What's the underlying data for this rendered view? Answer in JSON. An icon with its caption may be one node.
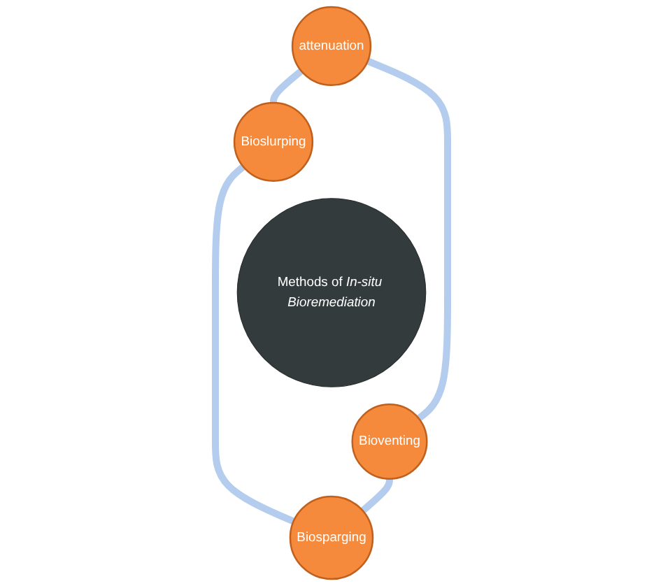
{
  "diagram": {
    "nodes": [
      {
        "text": [
          "attenuation"
        ]
      },
      {
        "text": [
          "Bioslurping"
        ]
      },
      {
        "text": [
          "Methods of *In-situ Bioremediation*"
        ]
      },
      {
        "text": [
          "Bioventing"
        ]
      },
      {
        "text": [
          "Biosparging"
        ]
      }
    ],
    "edges": [
      {
        "from": 0,
        "to": 1,
        "arrow": "none",
        "color": "#b4cdee"
      },
      {
        "from": 0,
        "to": 3,
        "arrow": "none",
        "color": "#b4cdee"
      },
      {
        "from": 1,
        "to": 4,
        "arrow": "none",
        "color": "#b4cdee"
      },
      {
        "from": 3,
        "to": 4,
        "arrow": "none",
        "color": "#b4cdee"
      }
    ]
  }
}
